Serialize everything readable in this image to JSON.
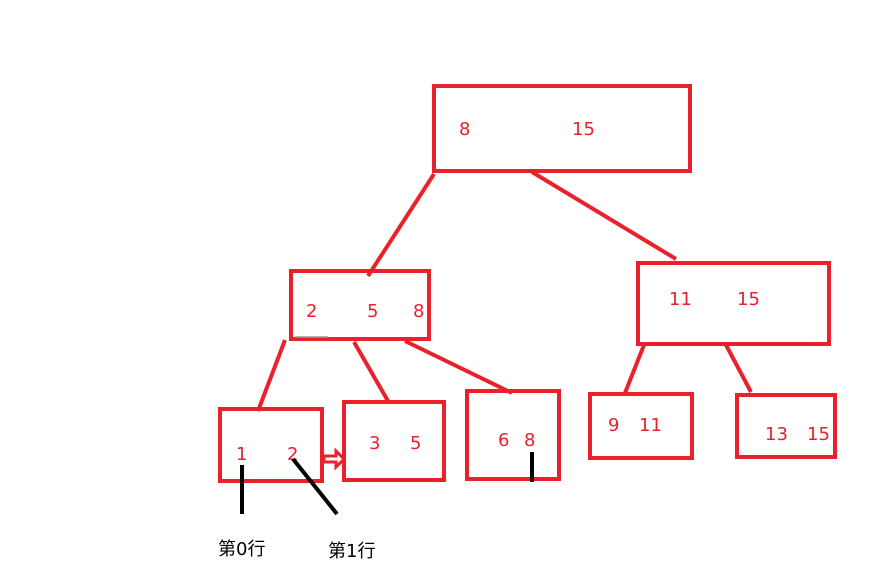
{
  "diagram": {
    "nodes": [
      {
        "id": "root",
        "keys": [
          "8",
          "15"
        ]
      },
      {
        "id": "mid-left",
        "keys": [
          "2",
          "5",
          "8"
        ]
      },
      {
        "id": "mid-right",
        "keys": [
          "11",
          "15"
        ]
      },
      {
        "id": "leaf-1",
        "keys": [
          "1",
          "2"
        ]
      },
      {
        "id": "leaf-2",
        "keys": [
          "3",
          "5"
        ]
      },
      {
        "id": "leaf-3",
        "keys": [
          "6",
          "8"
        ]
      },
      {
        "id": "leaf-4",
        "keys": [
          "9",
          "11"
        ]
      },
      {
        "id": "leaf-5",
        "keys": [
          "13",
          "15"
        ]
      }
    ],
    "annotations": {
      "row0": "第0行",
      "row1": "第1行"
    },
    "colors": {
      "node": "#e8212b",
      "annotation": "#000000"
    }
  }
}
